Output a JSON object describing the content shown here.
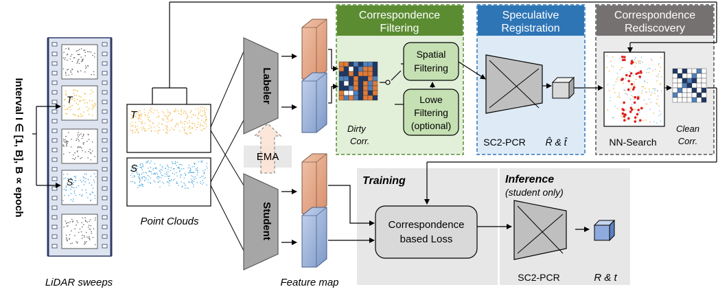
{
  "lidar": {
    "caption": "LiDAR sweeps",
    "interval_label": "Interval I ∈ [1, B], B ∝ epoch",
    "frame_target": "T",
    "frame_source": "S"
  },
  "point_clouds": {
    "caption": "Point Clouds",
    "target_label": "T",
    "source_label": "S"
  },
  "networks": {
    "labeler": "Labeler",
    "student": "Student",
    "ema": "EMA",
    "feature_caption": "Feature map"
  },
  "filtering": {
    "title_line1": "Correspondence",
    "title_line2": "Filtering",
    "dirty_line1": "Dirty",
    "dirty_line2": "Corr.",
    "spatial_line1": "Spatial",
    "spatial_line2": "Filtering",
    "lowe_line1": "Lowe",
    "lowe_line2": "Filtering",
    "lowe_line3": "(optional)"
  },
  "speculative": {
    "title_line1": "Speculative",
    "title_line2": "Registration",
    "method": "SC2-PCR",
    "output": "R̂ & t̂"
  },
  "rediscovery": {
    "title_line1": "Correspondence",
    "title_line2": "Rediscovery",
    "search": "NN-Search",
    "clean_line1": "Clean",
    "clean_line2": "Corr."
  },
  "training": {
    "title": "Training",
    "loss_line1": "Correspondence",
    "loss_line2": "based Loss"
  },
  "inference": {
    "title": "Inference",
    "subtitle": "(student only)",
    "method": "SC2-PCR",
    "output": "R & t"
  },
  "colors": {
    "filtering_header": "#5b8c32",
    "speculative_header": "#2e75b6",
    "rediscovery_header": "#767171",
    "labeler_feature": "#e3a686",
    "student_feature": "#9fb4d9",
    "matrix_orange": "#e07b39",
    "matrix_blue": "#4f81bd",
    "matrix_navy": "#1f3864"
  }
}
